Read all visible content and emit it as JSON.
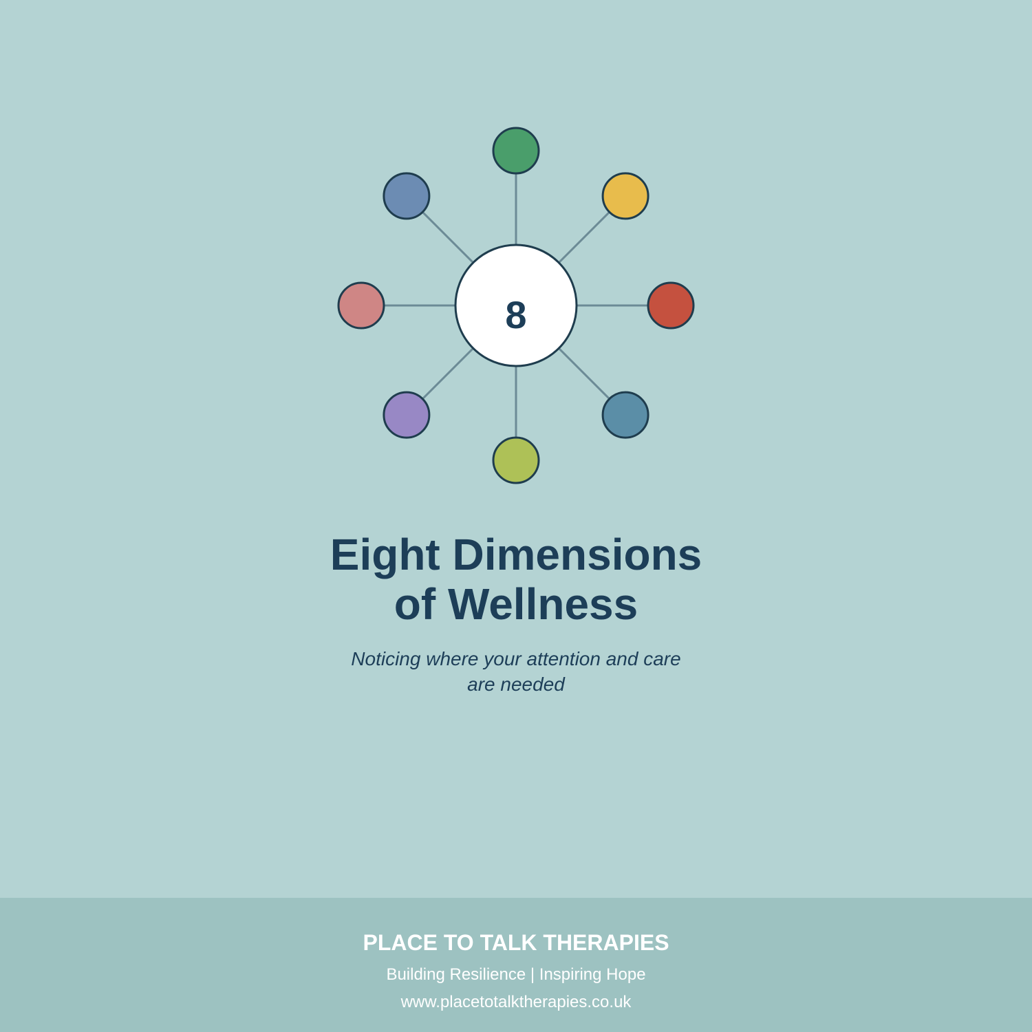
{
  "colors": {
    "background": "#b4d3d3",
    "footer_background": "#9dc2c1",
    "text_primary": "#1d3e58",
    "text_footer": "#ffffff",
    "spoke_line": "#6c8b96",
    "node_outline": "#1f3d4e",
    "hub_fill": "#ffffff"
  },
  "diagram": {
    "hub_label": "8",
    "nodes": [
      {
        "position": "top",
        "color": "#4a9e6b"
      },
      {
        "position": "top-right",
        "color": "#e8bc4c"
      },
      {
        "position": "right",
        "color": "#c5513f"
      },
      {
        "position": "bottom-right",
        "color": "#5b8ea7"
      },
      {
        "position": "bottom",
        "color": "#aec157"
      },
      {
        "position": "bottom-left",
        "color": "#9888c5"
      },
      {
        "position": "left",
        "color": "#cf8685"
      },
      {
        "position": "top-left",
        "color": "#6c8cb3"
      }
    ]
  },
  "heading": {
    "title_line1": "Eight Dimensions",
    "title_line2": "of Wellness",
    "subtitle_line1": "Noticing where your attention and care",
    "subtitle_line2": "are needed"
  },
  "footer": {
    "brand": "PLACE TO TALK THERAPIES",
    "tagline": "Building Resilience | Inspiring Hope",
    "website": "www.placetotalktherapies.co.uk"
  }
}
